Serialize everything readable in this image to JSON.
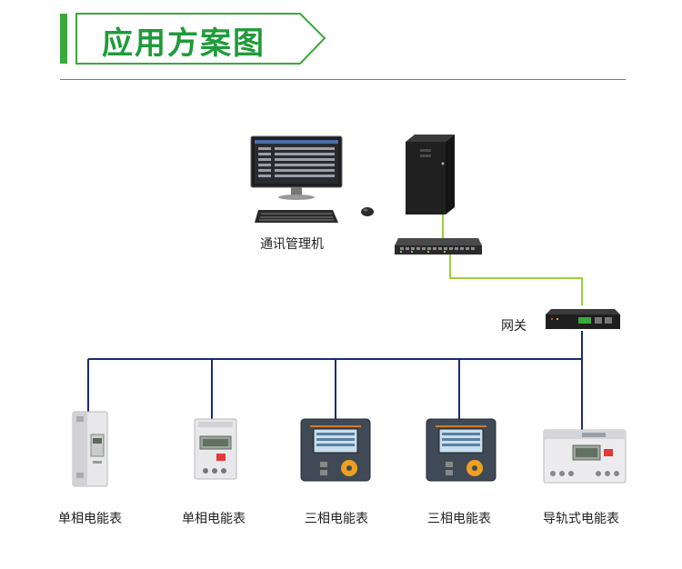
{
  "header": {
    "title": "应用方案图"
  },
  "nodes": {
    "comm_pc_label": "通讯管理机",
    "gateway_label": "网关",
    "meters": [
      {
        "label": "单相电能表"
      },
      {
        "label": "单相电能表"
      },
      {
        "label": "三相电能表"
      },
      {
        "label": "三相电能表"
      },
      {
        "label": "导轨式电能表"
      }
    ]
  },
  "colors": {
    "accent": "#3aa83a",
    "bus_line": "#1a2a7a",
    "network_line": "#9bcf3a"
  }
}
